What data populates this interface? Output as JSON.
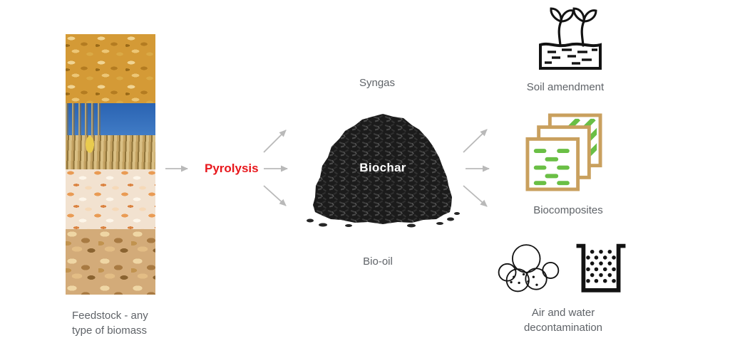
{
  "diagram": {
    "feedstock": {
      "label": "Feedstock - any type of biomass",
      "photos": [
        "grain-husks",
        "corn-field",
        "wood-shavings",
        "wood-chips"
      ]
    },
    "process": {
      "label": "Pyrolysis"
    },
    "outputs": {
      "syngas": "Syngas",
      "biochar": "Biochar",
      "bio_oil": "Bio-oil"
    },
    "applications": [
      {
        "label": "Soil amendment",
        "icon": "sprouts-in-soil-icon"
      },
      {
        "label": "Biocomposites",
        "icon": "layered-composite-sheets-icon"
      },
      {
        "label": "Air and water decontamination",
        "icon": "cloud-particles-and-filter-icon"
      }
    ]
  },
  "colors": {
    "pyrolysis_red": "#e8171c",
    "arrow_gray": "#b9b9b9",
    "label_gray": "#5f6368",
    "icon_black": "#131313",
    "biocomposite_tan": "#c9a05e",
    "biocomposite_green": "#6abf45",
    "biochar_text_white": "#ffffff"
  }
}
